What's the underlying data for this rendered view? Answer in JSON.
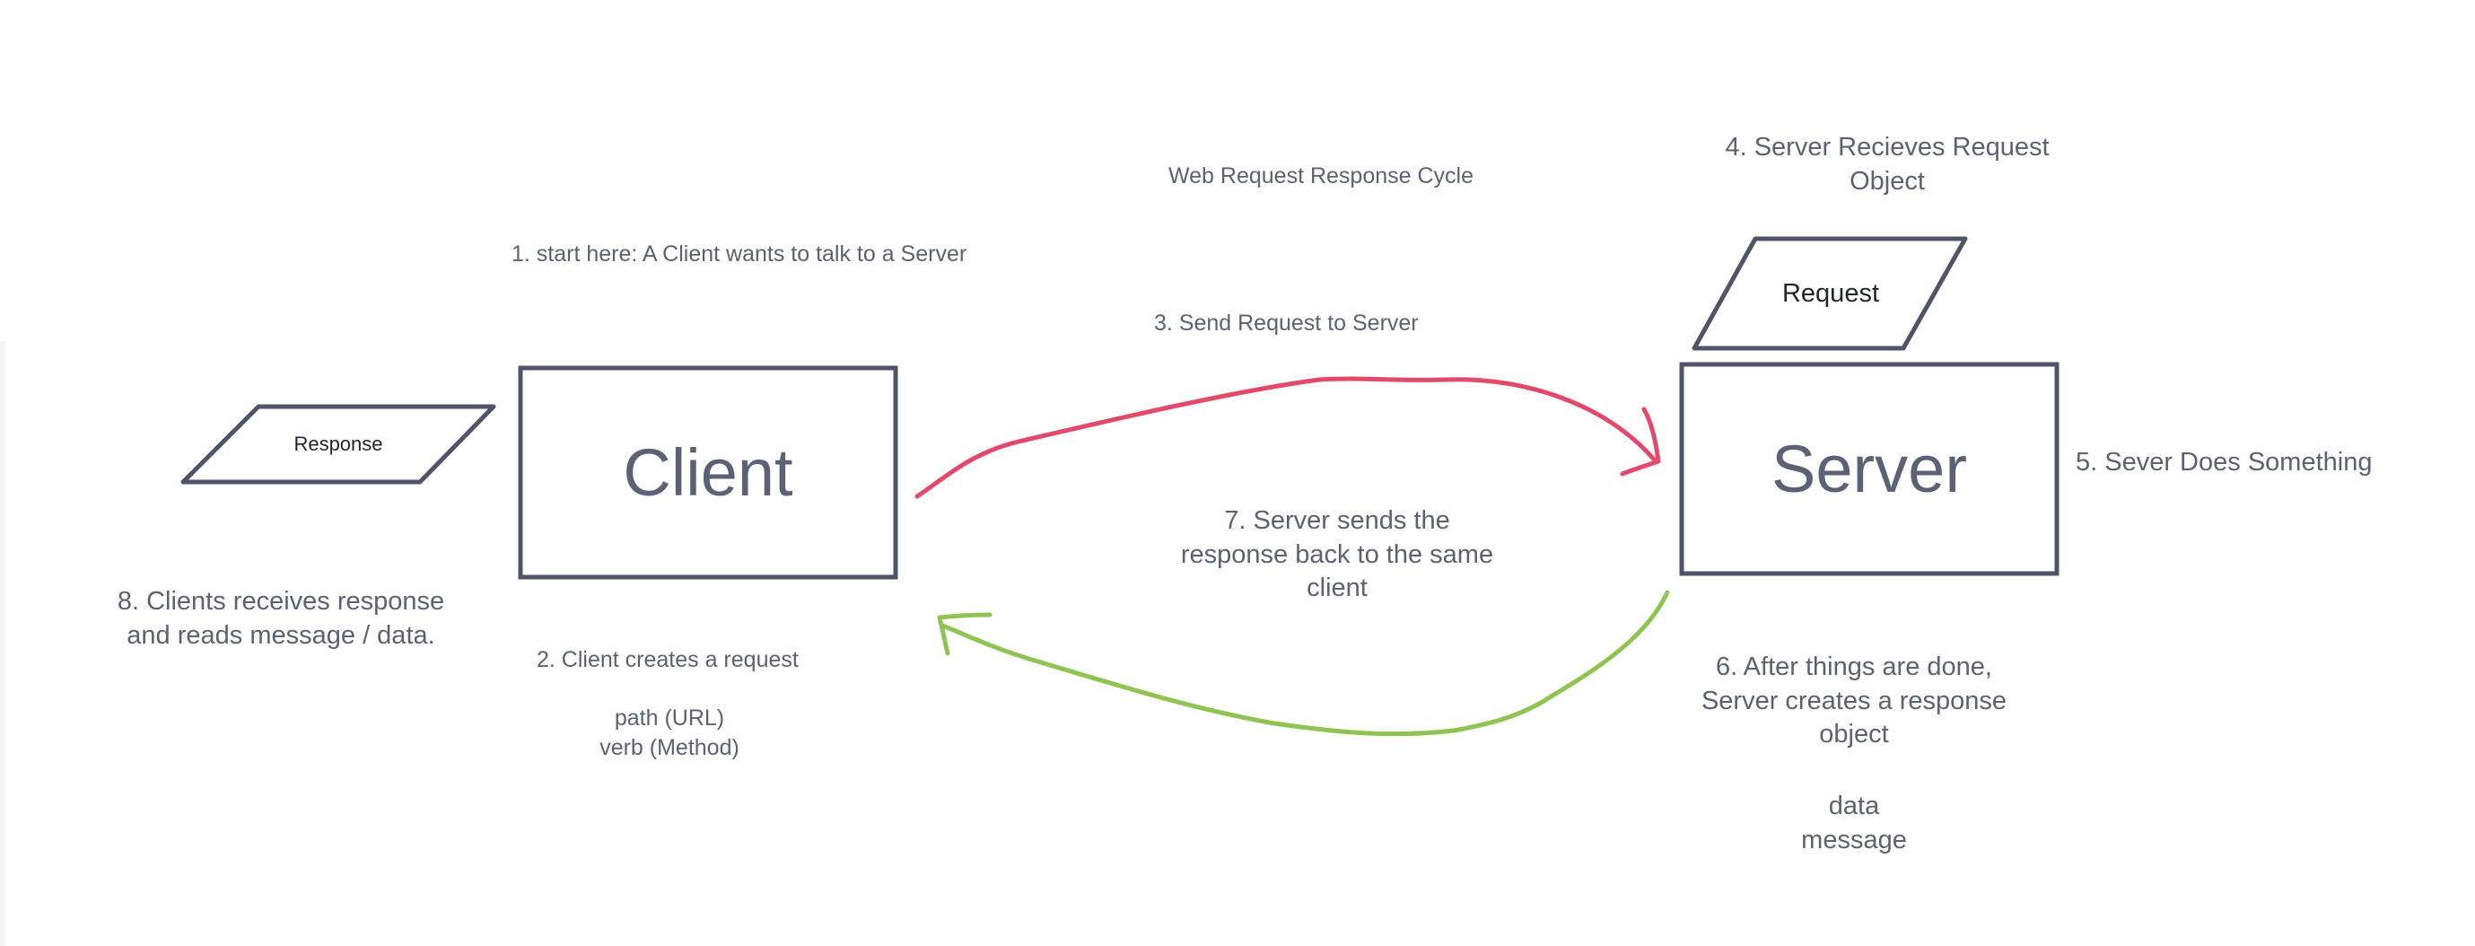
{
  "diagram": {
    "title": "Web Request Response Cycle",
    "steps": {
      "step1": "1. start here: A Client wants to talk to a Server",
      "step2": "2. Client creates a request",
      "step2_details": [
        "path (URL)",
        "verb (Method)"
      ],
      "step3": "3. Send Request to Server",
      "step4": [
        "4. Server Recieves Request",
        "Object"
      ],
      "step5": "5. Sever Does Something",
      "step6": [
        "6. After things are done,",
        "Server creates a response",
        "object"
      ],
      "step6_details": [
        "data",
        "message"
      ],
      "step7": [
        "7. Server sends the",
        "response back to the same",
        "client"
      ],
      "step8": [
        "8. Clients receives response",
        "and reads message / data."
      ]
    },
    "nodes": {
      "client": "Client",
      "server": "Server",
      "request": "Request",
      "response": "Response"
    },
    "colors": {
      "stroke": "#4f5568",
      "text": "#5b6275",
      "request_arrow": "#e24a6b",
      "response_arrow": "#8fc452"
    }
  }
}
